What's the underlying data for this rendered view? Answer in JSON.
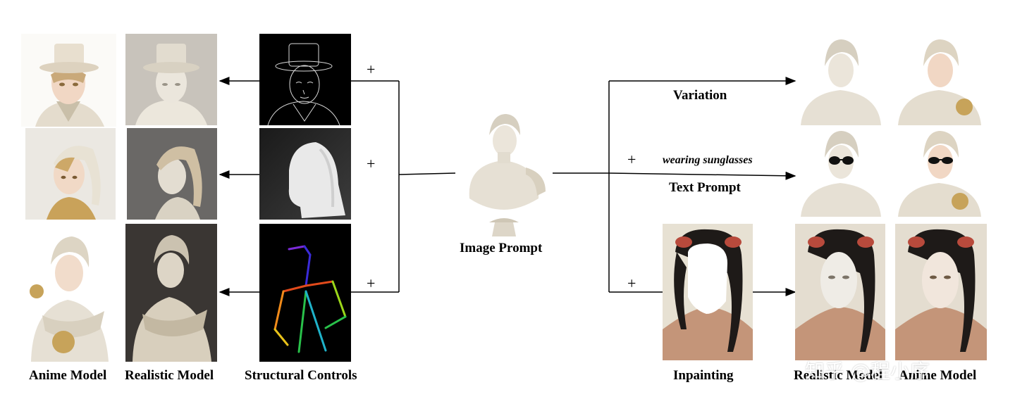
{
  "labels": {
    "anime_model_left": "Anime Model",
    "realistic_model_left": "Realistic Model",
    "structural_controls": "Structural Controls",
    "image_prompt": "Image Prompt",
    "variation": "Variation",
    "text_prompt": "Text Prompt",
    "inpainting": "Inpainting",
    "realistic_model_right": "Realistic Model",
    "anime_model_right": "Anime Model"
  },
  "prompt_text": "wearing sunglasses",
  "plus_sign": "+",
  "watermark": "知乎 @程小序",
  "colors": {
    "wire": "#000000",
    "control_bg": "#000000",
    "marble": "#e6e0d4",
    "anime_skin": "#f1d7c4",
    "gold": "#c7a35a",
    "pose_limbs": [
      "#3a2bd8",
      "#e24a1b",
      "#f08a1a",
      "#29c14a",
      "#1fb2c9",
      "#7b2bd8"
    ]
  }
}
